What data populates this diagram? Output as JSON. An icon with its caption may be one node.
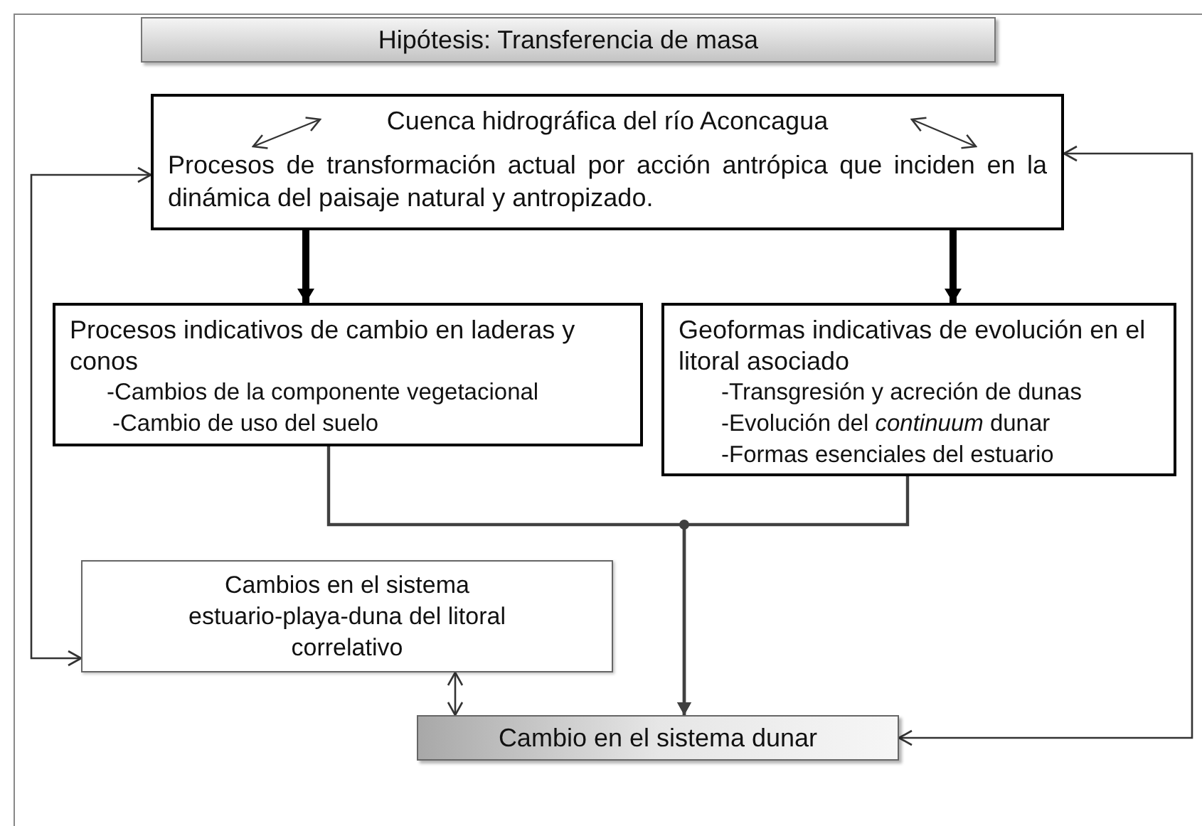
{
  "diagram": {
    "nodes": [
      {
        "text": [
          "Hipótesis: Transferencia de masa"
        ]
      },
      {
        "text": [
          "Cuenca hidrográfica del río Aconcagua",
          "Procesos de transformación actual por acción antrópica que inciden en la dinámica del paisaje natural y antropizado."
        ]
      },
      {
        "text": [
          "Procesos indicativos de cambio en laderas y conos",
          "-Cambios de la componente vegetacional",
          "-Cambio de uso del suelo"
        ]
      },
      {
        "text": [
          "Geoformas indicativas de evolución en el litoral asociado",
          "-Transgresión y acreción de dunas",
          "-Evolución del *continuum* dunar",
          "-Formas esenciales del estuario"
        ]
      },
      {
        "text": [
          "Cambios en el sistema estuario-playa-duna del litoral correlativo"
        ]
      },
      {
        "text": [
          "Cambio en el sistema dunar"
        ]
      }
    ],
    "edges": [
      {
        "from": 1,
        "to": 2,
        "arrow": "to",
        "style": "thick"
      },
      {
        "from": 1,
        "to": 3,
        "arrow": "to",
        "style": "thick"
      },
      {
        "from": 2,
        "to": 5,
        "arrow": "to"
      },
      {
        "from": 3,
        "to": 5,
        "arrow": "to"
      },
      {
        "from": 1,
        "to": 4,
        "arrow": "both"
      },
      {
        "from": 1,
        "to": 5,
        "arrow": "both"
      },
      {
        "from": 4,
        "to": 5,
        "arrow": "both"
      }
    ]
  }
}
